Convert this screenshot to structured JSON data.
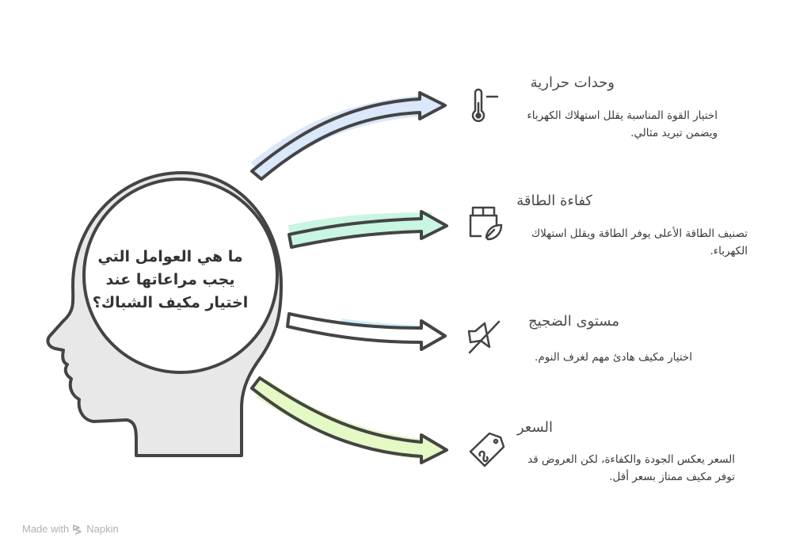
{
  "diagram": {
    "central_question": "ما هي العوامل التي يجب مراعاتها عند اختيار مكيف الشباك؟",
    "central_lines": [
      "ما هي العوامل التي",
      "يجب مراعاتها عند",
      "اختيار مكيف الشباك؟"
    ],
    "items": [
      {
        "title": "وحدات حرارية",
        "description": "اختيار القوة المناسبة يقلل استهلاك الكهرباء ويضمن تبريد مثالي.",
        "desc_lines": [
          "اختيار القوة المناسبة يقلل استهلاك الكهرباء",
          "ويضمن تبريد مثالي."
        ],
        "icon": "thermometer-icon",
        "arrow_color": "#dbe8fb"
      },
      {
        "title": "كفاءة الطاقة",
        "description": "تصنيف الطاقة الأعلى يوفر الطاقة ويقلل استهلاك الكهرباء.",
        "desc_lines": [
          "تصنيف الطاقة الأعلى يوفر الطاقة ويقلل استهلاك",
          "الكهرباء."
        ],
        "icon": "eco-box-leaf-icon",
        "arrow_color": "#c9f6e2"
      },
      {
        "title": "مستوى الضجيج",
        "description": "اختيار مكيف هادئ مهم لغرف النوم.",
        "desc_lines": [
          "اختيار مكيف هادئ مهم لغرف النوم."
        ],
        "icon": "mute-speaker-icon",
        "arrow_color": "#cdeefb"
      },
      {
        "title": "السعر",
        "description": "السعر يعكس الجودة والكفاءة، لكن العروض قد توفر مكيف ممتاز بسعر أقل.",
        "desc_lines": [
          "السعر يعكس الجودة والكفاءة، لكن العروض قد",
          "توفر مكيف ممتاز بسعر أقل."
        ],
        "icon": "price-tag-icon",
        "arrow_color": "#e4f9c4"
      }
    ],
    "colors": {
      "outline": "#444444",
      "head_fill": "#e8e8e8",
      "text": "#3a3a3a"
    }
  },
  "footer": {
    "made_with": "Made with",
    "brand": "Napkin"
  }
}
